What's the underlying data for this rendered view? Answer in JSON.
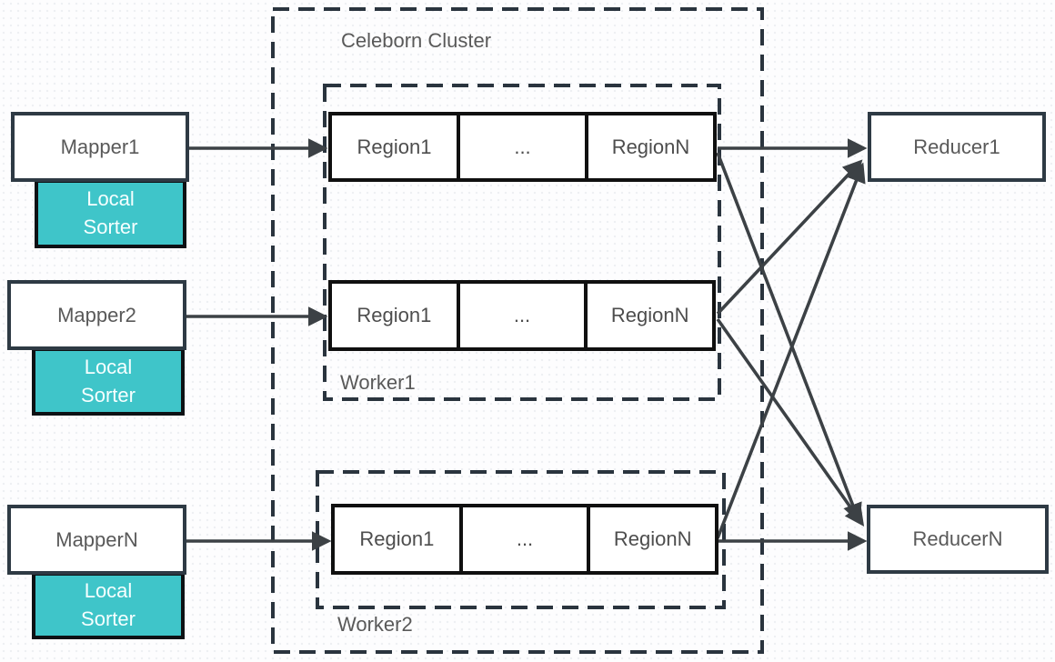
{
  "title": "Celeborn Cluster",
  "mappers": [
    {
      "label": "Mapper1",
      "sorter": "Local Sorter"
    },
    {
      "label": "Mapper2",
      "sorter": "Local Sorter"
    },
    {
      "label": "MapperN",
      "sorter": "Local Sorter"
    }
  ],
  "workers": [
    {
      "label": "Worker1",
      "rows": [
        [
          "Region1",
          "...",
          "RegionN"
        ],
        [
          "Region1",
          "...",
          "RegionN"
        ]
      ]
    },
    {
      "label": "Worker2",
      "rows": [
        [
          "Region1",
          "...",
          "RegionN"
        ]
      ]
    }
  ],
  "reducers": [
    {
      "label": "Reducer1"
    },
    {
      "label": "ReducerN"
    }
  ],
  "colors": {
    "sorter_bg": "#3fc5c9",
    "sorter_text": "#ffffff",
    "node_border": "#2e3a44",
    "region_border": "#101010",
    "dashed_border": "#2a343e",
    "label_text": "#595959",
    "arrow": "#3c4145"
  }
}
